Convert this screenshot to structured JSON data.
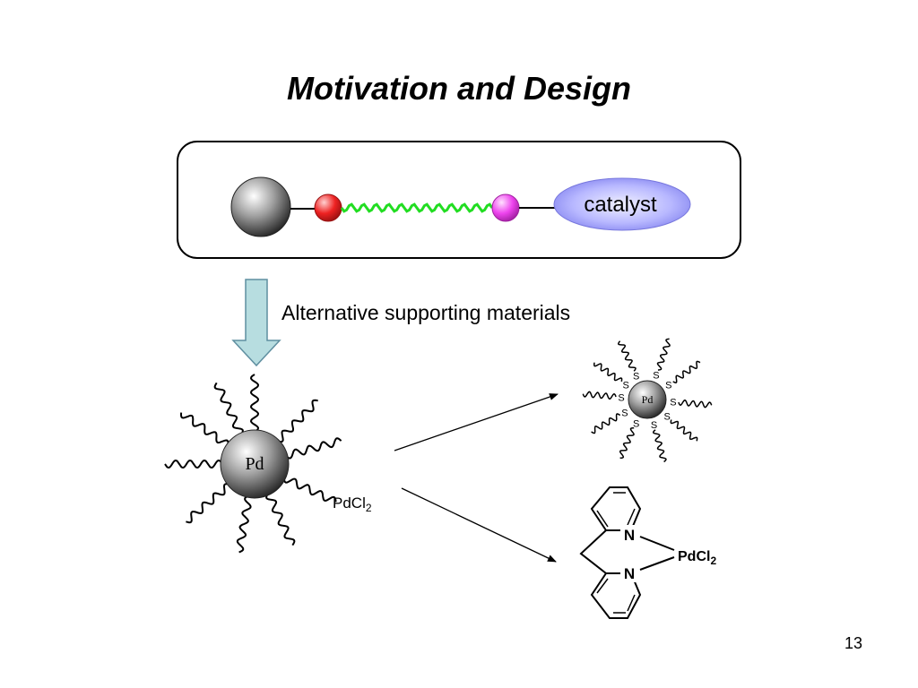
{
  "slide": {
    "title": "Motivation and Design",
    "page_number": "13"
  },
  "top_panel": {
    "catalyst_label": "catalyst"
  },
  "arrow_label": "Alternative supporting materials",
  "left_particle": {
    "center_label": "Pd",
    "reagent": {
      "base": "PdCl",
      "subscript": "2"
    }
  },
  "thiol_particle": {
    "center_label": "Pd",
    "ligand_atom": "S"
  },
  "bipyridine_complex": {
    "nitrogen_label": "N",
    "metal": {
      "base": "PdCl",
      "subscript": "2"
    }
  },
  "colors": {
    "panel_border": "#000000",
    "catalyst_fill": "#9999ff",
    "linker_wave": "#22dd22",
    "red_node": "#ee2222",
    "magenta_node": "#ee44ee",
    "arrow_fill": "#b7dde0"
  }
}
